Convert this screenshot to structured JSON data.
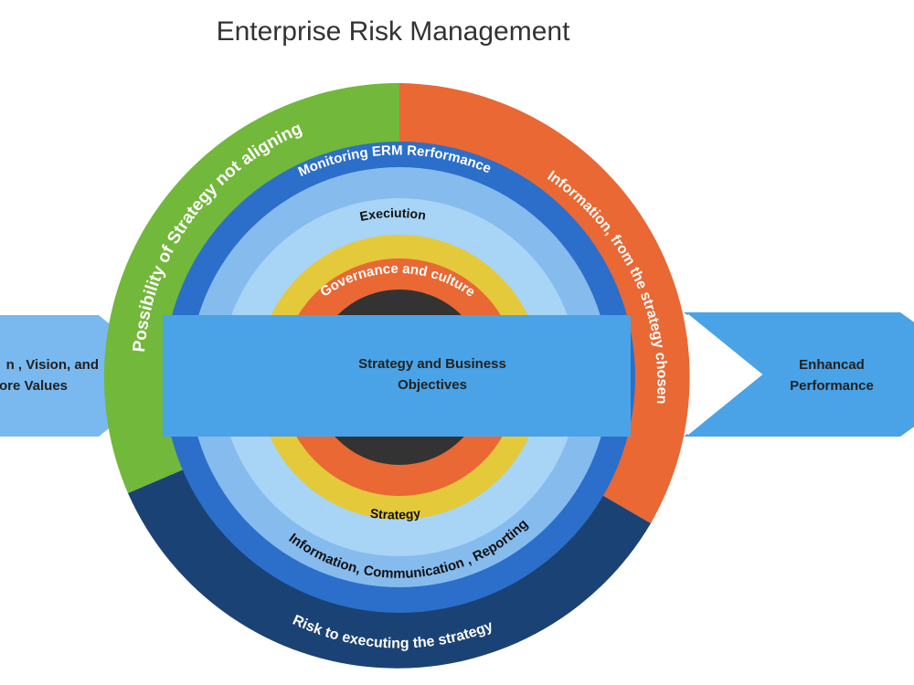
{
  "title": "Enterprise Risk Management",
  "outer_ring": {
    "left_label": "Possibility of Strategy not aligning",
    "right_label": "Information, from the strategy chosen",
    "bottom_label": "Risk to executing the strategy"
  },
  "rings": {
    "monitoring": "Monitoring ERM Rerformance",
    "information": "Information, Communication , Reporting",
    "execution": "Execiution",
    "governance": "Governance and culture",
    "strategy": "Strategy"
  },
  "center_band": {
    "line1": "Strategy and Business",
    "line2": "Objectives"
  },
  "left_arrow": {
    "line1": "n , Vision, and",
    "line2": "ore Values"
  },
  "right_arrow": {
    "line1": "Enhancad",
    "line2": "Performance"
  },
  "colors": {
    "green": "#72b83a",
    "orange": "#e96834",
    "navy": "#1a4275",
    "blue_ring": "#2b6fca",
    "light_blue_1": "#86bbee",
    "light_blue_2": "#a8d4f6",
    "yellow": "#e4c93a",
    "inner_orange": "#e96834",
    "core": "#333333",
    "band": "#4aa3e6",
    "left_arrow": "#7ab9ef",
    "right_arrow": "#4aa3e6"
  }
}
